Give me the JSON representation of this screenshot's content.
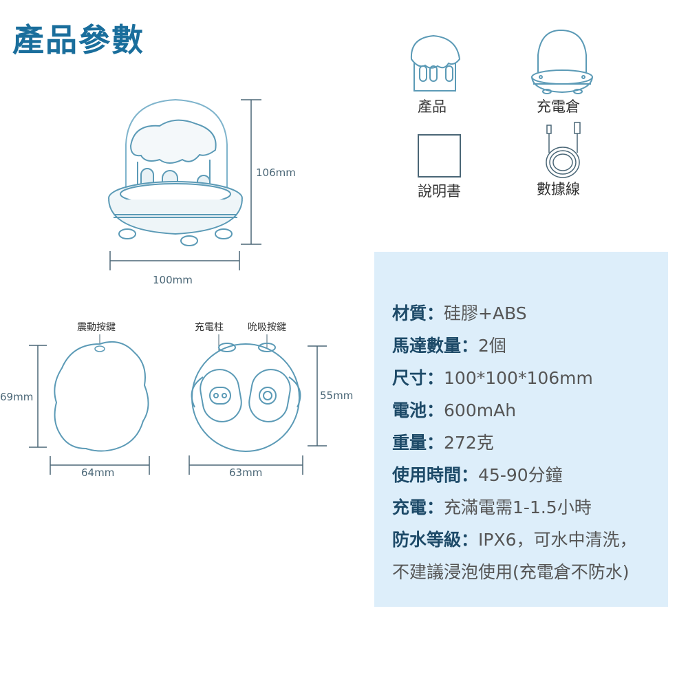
{
  "title": "產品參數",
  "dimensions": {
    "height_main": "106mm",
    "width_main": "100mm",
    "height_left": "69mm",
    "width_left": "64mm",
    "height_right": "55mm",
    "width_right": "63mm"
  },
  "callouts": {
    "vibration_button": "震動按鍵",
    "charging_pin": "充電柱",
    "suction_button": "吮吸按鍵"
  },
  "package_items": [
    {
      "label": "產品",
      "icon": "product-icon"
    },
    {
      "label": "充電倉",
      "icon": "charging-case-icon"
    },
    {
      "label": "說明書",
      "icon": "manual-icon"
    },
    {
      "label": "數據線",
      "icon": "usb-cable-icon"
    }
  ],
  "specs": [
    {
      "key": "材質：",
      "value": "硅膠+ABS"
    },
    {
      "key": "馬達數量：",
      "value": "2個"
    },
    {
      "key": "尺寸：",
      "value": "100*100*106mm"
    },
    {
      "key": "電池：",
      "value": "600mAh"
    },
    {
      "key": "重量：",
      "value": "272克"
    },
    {
      "key": "使用時間：",
      "value": "45-90分鐘"
    },
    {
      "key": "充電：",
      "value": "充滿電需1-1.5小時"
    },
    {
      "key": "防水等級：",
      "value": "IPX6，可水中清洗，"
    },
    {
      "key": "",
      "value": "不建議浸泡使用(充電倉不防水)"
    }
  ],
  "colors": {
    "title": "#1a6e9c",
    "line_art": "#5b9ab6",
    "spec_panel_bg": "#ddeefa"
  }
}
